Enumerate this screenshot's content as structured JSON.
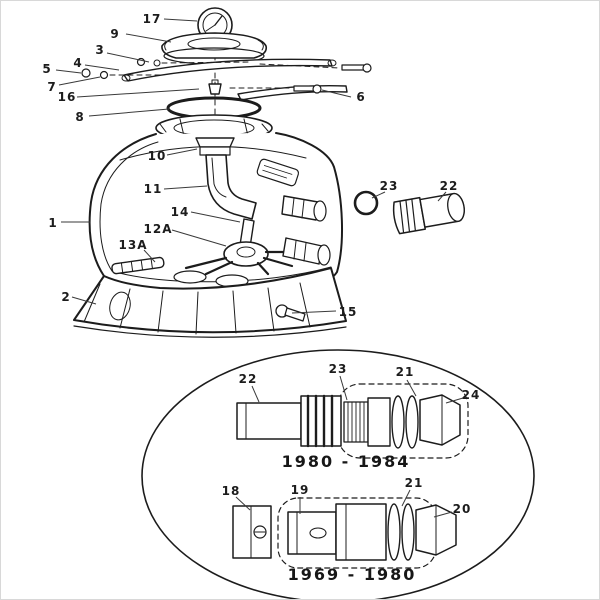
{
  "diagram": {
    "callouts": {
      "c17": "17",
      "c9": "9",
      "c3": "3",
      "c4": "4",
      "c5": "5",
      "c7": "7",
      "c16": "16",
      "c8": "8",
      "c6": "6",
      "c10": "10",
      "c11": "11",
      "c14": "14",
      "c12a": "12A",
      "c13a": "13A",
      "c1": "1",
      "c2": "2",
      "c15": "15",
      "c23": "23",
      "c22": "22"
    },
    "inset": {
      "row1": {
        "c22": "22",
        "c23": "23",
        "c21": "21",
        "c24": "24",
        "caption": "1980 - 1984"
      },
      "row2": {
        "c18": "18",
        "c19": "19",
        "c21": "21",
        "c20": "20",
        "caption": "1969 - 1980"
      }
    },
    "colors": {
      "line": "#1c1c1c",
      "background": "#ffffff"
    }
  }
}
